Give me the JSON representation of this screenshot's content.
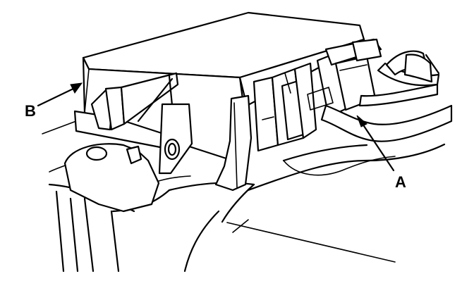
{
  "diagram": {
    "callouts": [
      {
        "id": "A",
        "label": "A"
      },
      {
        "id": "B",
        "label": "B"
      }
    ]
  }
}
